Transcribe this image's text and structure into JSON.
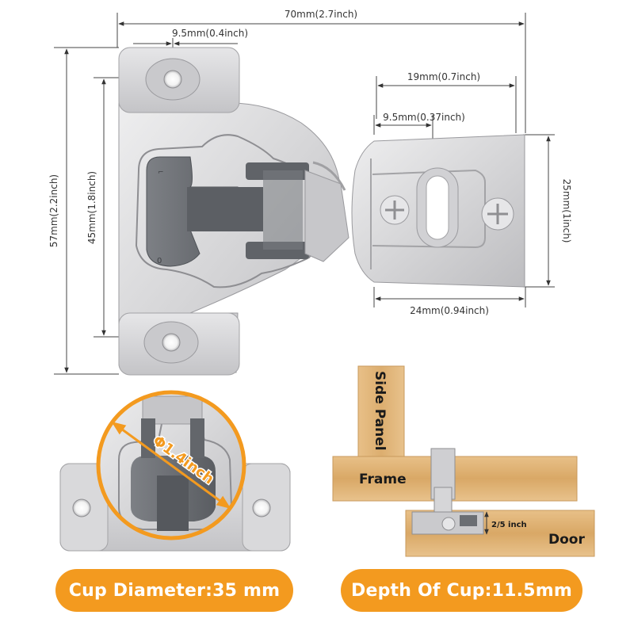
{
  "dimensions": {
    "total_width": "70mm(2.7inch)",
    "screw_spacing": "9.5mm(0.4inch)",
    "total_height": "57mm(2.2inch)",
    "inner_height": "45mm(1.8inch)",
    "plate_width": "19mm(0.7inch)",
    "slot_offset": "9.5mm(0.37inch)",
    "plate_height": "25mm(1inch)",
    "plate_base_width": "24mm(0.94inch)"
  },
  "cup_detail": {
    "diameter_label": "Φ1.4inch"
  },
  "install_diagram": {
    "side_panel": "Side Panel",
    "frame": "Frame",
    "door": "Door",
    "overlay": "2/5 inch"
  },
  "badges": {
    "cup_diameter": "Cup Diameter:35 mm",
    "cup_depth": "Depth Of Cup:11.5mm"
  },
  "colors": {
    "accent": "#f39a1f",
    "metal": "#d9d9db",
    "plastic": "#6b6e73",
    "wood": "#e2b679"
  }
}
